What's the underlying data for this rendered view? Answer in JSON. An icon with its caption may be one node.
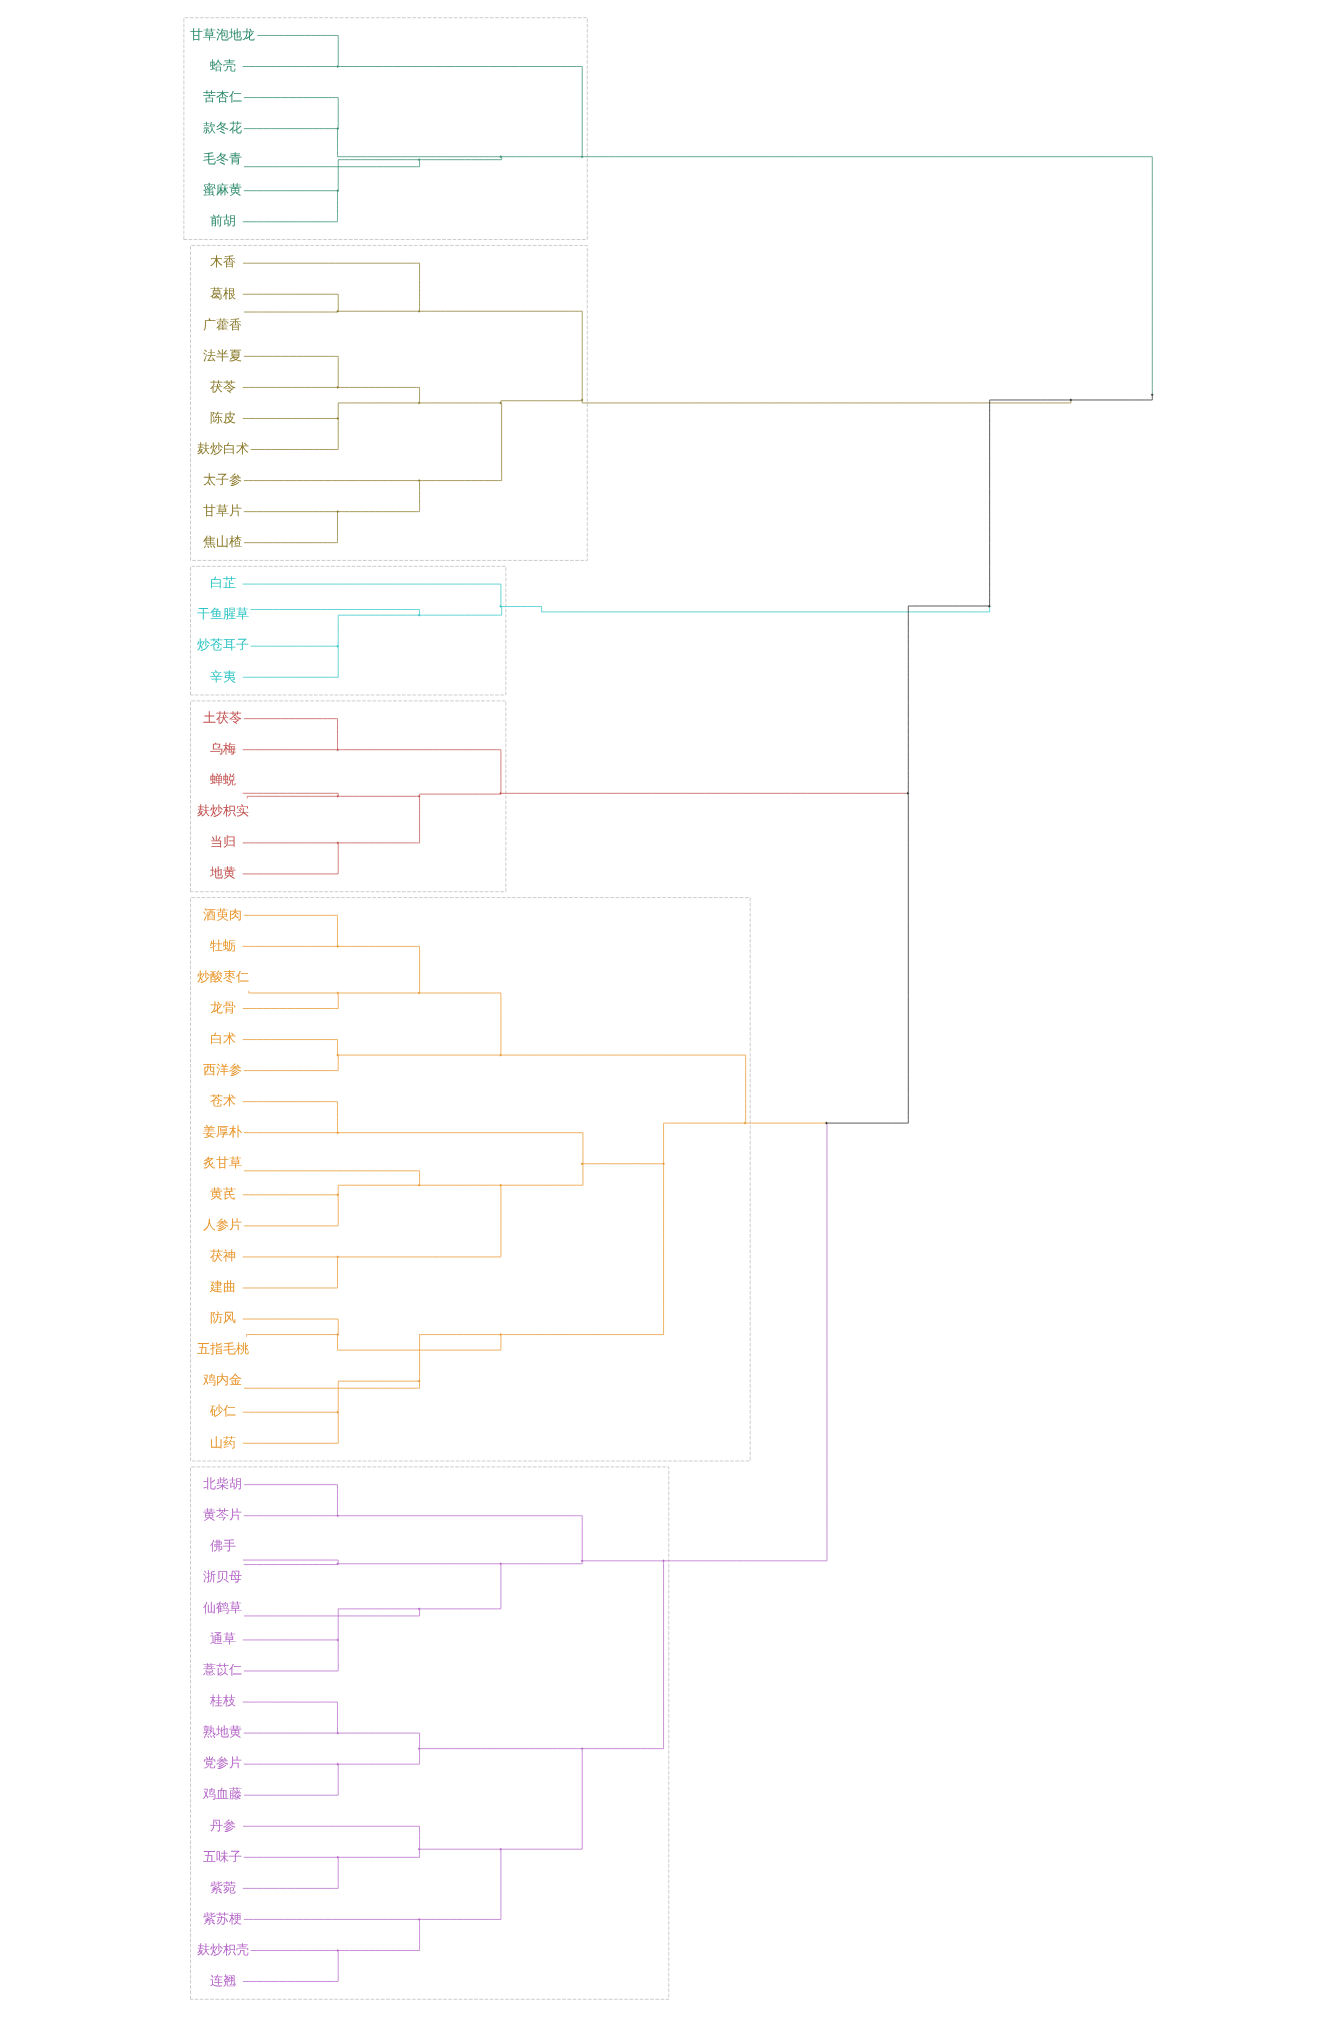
{
  "diagram": {
    "nodes": [
      {
        "text": [],
        "shape": "box"
      },
      {
        "text": [
          "甘草泡地龙"
        ],
        "in": 0
      },
      {
        "text": [
          "蛤壳"
        ],
        "in": 0
      },
      {
        "text": [
          "苦杏仁"
        ],
        "in": 0
      },
      {
        "text": [
          "款冬花"
        ],
        "in": 0
      },
      {
        "text": [
          "毛冬青"
        ],
        "in": 0
      },
      {
        "text": [
          "蜜麻黄"
        ],
        "in": 0
      },
      {
        "text": [
          "前胡"
        ],
        "in": 0
      },
      {
        "text": [],
        "shape": "point",
        "in": 0
      },
      {
        "text": [],
        "shape": "point",
        "in": 0
      },
      {
        "text": [],
        "shape": "point",
        "in": 0
      },
      {
        "text": [],
        "shape": "point",
        "in": 0
      },
      {
        "text": [],
        "shape": "point",
        "in": 0
      },
      {
        "text": [],
        "shape": "point",
        "in": 0
      },
      {
        "text": [],
        "shape": "box"
      },
      {
        "text": [
          "木香"
        ],
        "in": 14
      },
      {
        "text": [
          "葛根"
        ],
        "in": 14
      },
      {
        "text": [
          "广藿香"
        ],
        "in": 14
      },
      {
        "text": [
          "法半夏"
        ],
        "in": 14
      },
      {
        "text": [
          "茯苓"
        ],
        "in": 14
      },
      {
        "text": [
          "陈皮"
        ],
        "in": 14
      },
      {
        "text": [
          "麸炒白术"
        ],
        "in": 14
      },
      {
        "text": [
          "太子参"
        ],
        "in": 14
      },
      {
        "text": [
          "甘草片"
        ],
        "in": 14
      },
      {
        "text": [
          "焦山楂"
        ],
        "in": 14
      },
      {
        "text": [],
        "shape": "point",
        "in": 14
      },
      {
        "text": [],
        "shape": "point",
        "in": 14
      },
      {
        "text": [],
        "shape": "point",
        "in": 14
      },
      {
        "text": [],
        "shape": "point",
        "in": 14
      },
      {
        "text": [],
        "shape": "point",
        "in": 14
      },
      {
        "text": [],
        "shape": "point",
        "in": 14
      },
      {
        "text": [],
        "shape": "point",
        "in": 14
      },
      {
        "text": [],
        "shape": "point",
        "in": 14
      },
      {
        "text": [],
        "shape": "point",
        "in": 14
      },
      {
        "text": [],
        "shape": "box"
      },
      {
        "text": [
          "白芷"
        ],
        "in": 34
      },
      {
        "text": [
          "干鱼腥草"
        ],
        "in": 34
      },
      {
        "text": [
          "炒苍耳子"
        ],
        "in": 34
      },
      {
        "text": [
          "辛夷"
        ],
        "in": 34
      },
      {
        "text": [],
        "shape": "point",
        "in": 34
      },
      {
        "text": [],
        "shape": "point",
        "in": 34
      },
      {
        "text": [],
        "shape": "point",
        "in": 34
      },
      {
        "text": [],
        "shape": "box"
      },
      {
        "text": [
          "土茯苓"
        ],
        "in": 42
      },
      {
        "text": [
          "乌梅"
        ],
        "in": 42
      },
      {
        "text": [
          "蝉蜕"
        ],
        "in": 42
      },
      {
        "text": [
          "麸炒枳实"
        ],
        "in": 42
      },
      {
        "text": [
          "当归"
        ],
        "in": 42
      },
      {
        "text": [
          "地黄"
        ],
        "in": 42
      },
      {
        "text": [],
        "shape": "point",
        "in": 42
      },
      {
        "text": [],
        "shape": "point",
        "in": 42
      },
      {
        "text": [],
        "shape": "point",
        "in": 42
      },
      {
        "text": [],
        "shape": "point",
        "in": 42
      },
      {
        "text": [],
        "shape": "point",
        "in": 42
      },
      {
        "text": [],
        "shape": "box"
      },
      {
        "text": [
          "酒萸肉"
        ],
        "in": 54
      },
      {
        "text": [
          "牡蛎"
        ],
        "in": 54
      },
      {
        "text": [
          "炒酸枣仁"
        ],
        "in": 54
      },
      {
        "text": [
          "龙骨"
        ],
        "in": 54
      },
      {
        "text": [
          "白术"
        ],
        "in": 54
      },
      {
        "text": [
          "西洋参"
        ],
        "in": 54
      },
      {
        "text": [
          "苍术"
        ],
        "in": 54
      },
      {
        "text": [
          "姜厚朴"
        ],
        "in": 54
      },
      {
        "text": [
          "炙甘草"
        ],
        "in": 54
      },
      {
        "text": [
          "黄芪"
        ],
        "in": 54
      },
      {
        "text": [
          "人参片"
        ],
        "in": 54
      },
      {
        "text": [
          "茯神"
        ],
        "in": 54
      },
      {
        "text": [
          "建曲"
        ],
        "in": 54
      },
      {
        "text": [
          "防风"
        ],
        "in": 54
      },
      {
        "text": [
          "五指毛桃"
        ],
        "in": 54
      },
      {
        "text": [
          "鸡内金"
        ],
        "in": 54
      },
      {
        "text": [
          "砂仁"
        ],
        "in": 54
      },
      {
        "text": [
          "山药"
        ],
        "in": 54
      },
      {
        "text": [],
        "shape": "point",
        "in": 54
      },
      {
        "text": [],
        "shape": "point",
        "in": 54
      },
      {
        "text": [],
        "shape": "point",
        "in": 54
      },
      {
        "text": [],
        "shape": "point",
        "in": 54
      },
      {
        "text": [],
        "shape": "point",
        "in": 54
      },
      {
        "text": [],
        "shape": "point",
        "in": 54
      },
      {
        "text": [],
        "shape": "point",
        "in": 54
      },
      {
        "text": [],
        "shape": "point",
        "in": 54
      },
      {
        "text": [],
        "shape": "point",
        "in": 54
      },
      {
        "text": [],
        "shape": "point",
        "in": 54
      },
      {
        "text": [],
        "shape": "point",
        "in": 54
      },
      {
        "text": [],
        "shape": "point",
        "in": 54
      },
      {
        "text": [],
        "shape": "point",
        "in": 54
      },
      {
        "text": [],
        "shape": "point",
        "in": 54
      },
      {
        "text": [],
        "shape": "point",
        "in": 54
      },
      {
        "text": [],
        "shape": "point",
        "in": 54
      },
      {
        "text": [],
        "shape": "point",
        "in": 54
      },
      {
        "text": [],
        "shape": "box"
      },
      {
        "text": [
          "北柴胡"
        ],
        "in": 90
      },
      {
        "text": [
          "黄芩片"
        ],
        "in": 90
      },
      {
        "text": [
          "佛手"
        ],
        "in": 90
      },
      {
        "text": [
          "浙贝母"
        ],
        "in": 90
      },
      {
        "text": [
          "仙鹤草"
        ],
        "in": 90
      },
      {
        "text": [
          "通草"
        ],
        "in": 90
      },
      {
        "text": [
          "薏苡仁"
        ],
        "in": 90
      },
      {
        "text": [
          "桂枝"
        ],
        "in": 90
      },
      {
        "text": [
          "熟地黄"
        ],
        "in": 90
      },
      {
        "text": [
          "党参片"
        ],
        "in": 90
      },
      {
        "text": [
          "鸡血藤"
        ],
        "in": 90
      },
      {
        "text": [
          "丹参"
        ],
        "in": 90
      },
      {
        "text": [
          "五味子"
        ],
        "in": 90
      },
      {
        "text": [
          "紫菀"
        ],
        "in": 90
      },
      {
        "text": [
          "紫苏梗"
        ],
        "in": 90
      },
      {
        "text": [
          "麸炒枳壳"
        ],
        "in": 90
      },
      {
        "text": [
          "连翘"
        ],
        "in": 90
      },
      {
        "text": [],
        "shape": "point",
        "in": 90
      },
      {
        "text": [],
        "shape": "point",
        "in": 90
      },
      {
        "text": [],
        "shape": "point",
        "in": 90
      },
      {
        "text": [],
        "shape": "point",
        "in": 90
      },
      {
        "text": [],
        "shape": "point",
        "in": 90
      },
      {
        "text": [],
        "shape": "point",
        "in": 90
      },
      {
        "text": [],
        "shape": "point",
        "in": 90
      },
      {
        "text": [],
        "shape": "point",
        "in": 90
      },
      {
        "text": [],
        "shape": "point",
        "in": 90
      },
      {
        "text": [],
        "shape": "point",
        "in": 90
      },
      {
        "text": [],
        "shape": "point",
        "in": 90
      },
      {
        "text": [],
        "shape": "point",
        "in": 90
      },
      {
        "text": [],
        "shape": "point",
        "in": 90
      },
      {
        "text": [],
        "shape": "point",
        "in": 90
      },
      {
        "text": [],
        "shape": "point",
        "in": 90
      },
      {
        "text": [],
        "shape": "point",
        "in": 90
      },
      {
        "text": [],
        "shape": "point"
      },
      {
        "text": [],
        "shape": "point"
      },
      {
        "text": [],
        "shape": "point"
      },
      {
        "text": [],
        "shape": "point"
      },
      {
        "text": [],
        "shape": "point"
      }
    ],
    "edges": [
      {
        "from": 1,
        "to": 8,
        "arrow": "none",
        "color": "#2e8b6a"
      },
      {
        "from": 2,
        "to": 8,
        "arrow": "none",
        "color": "#2e8b6a"
      },
      {
        "from": 6,
        "to": 9,
        "arrow": "none",
        "color": "#2e8b6a"
      },
      {
        "from": 7,
        "to": 9,
        "arrow": "none",
        "color": "#2e8b6a"
      },
      {
        "from": 5,
        "to": 10,
        "arrow": "none",
        "color": "#2e8b6a"
      },
      {
        "from": 9,
        "to": 10,
        "arrow": "none",
        "color": "#2e8b6a"
      },
      {
        "from": 3,
        "to": 11,
        "arrow": "none",
        "color": "#2e8b6a"
      },
      {
        "from": 4,
        "to": 11,
        "arrow": "none",
        "color": "#2e8b6a"
      },
      {
        "from": 11,
        "to": 12,
        "arrow": "none",
        "color": "#2e8b6a"
      },
      {
        "from": 10,
        "to": 12,
        "arrow": "none",
        "color": "#2e8b6a"
      },
      {
        "from": 8,
        "to": 13,
        "arrow": "none",
        "color": "#2e8b6a"
      },
      {
        "from": 12,
        "to": 13,
        "arrow": "none",
        "color": "#2e8b6a"
      },
      {
        "from": 16,
        "to": 25,
        "arrow": "none",
        "color": "#8b7a2b"
      },
      {
        "from": 17,
        "to": 25,
        "arrow": "none",
        "color": "#8b7a2b"
      },
      {
        "from": 15,
        "to": 26,
        "arrow": "none",
        "color": "#8b7a2b"
      },
      {
        "from": 25,
        "to": 26,
        "arrow": "none",
        "color": "#8b7a2b"
      },
      {
        "from": 18,
        "to": 27,
        "arrow": "none",
        "color": "#8b7a2b"
      },
      {
        "from": 19,
        "to": 27,
        "arrow": "none",
        "color": "#8b7a2b"
      },
      {
        "from": 20,
        "to": 28,
        "arrow": "none",
        "color": "#8b7a2b"
      },
      {
        "from": 21,
        "to": 28,
        "arrow": "none",
        "color": "#8b7a2b"
      },
      {
        "from": 27,
        "to": 29,
        "arrow": "none",
        "color": "#8b7a2b"
      },
      {
        "from": 28,
        "to": 29,
        "arrow": "none",
        "color": "#8b7a2b"
      },
      {
        "from": 23,
        "to": 30,
        "arrow": "none",
        "color": "#8b7a2b"
      },
      {
        "from": 24,
        "to": 30,
        "arrow": "none",
        "color": "#8b7a2b"
      },
      {
        "from": 22,
        "to": 31,
        "arrow": "none",
        "color": "#8b7a2b"
      },
      {
        "from": 30,
        "to": 31,
        "arrow": "none",
        "color": "#8b7a2b"
      },
      {
        "from": 29,
        "to": 32,
        "arrow": "none",
        "color": "#8b7a2b"
      },
      {
        "from": 31,
        "to": 32,
        "arrow": "none",
        "color": "#8b7a2b"
      },
      {
        "from": 26,
        "to": 33,
        "arrow": "none",
        "color": "#8b7a2b"
      },
      {
        "from": 32,
        "to": 33,
        "arrow": "none",
        "color": "#8b7a2b"
      },
      {
        "from": 37,
        "to": 39,
        "arrow": "none",
        "color": "#2ec4c4"
      },
      {
        "from": 38,
        "to": 39,
        "arrow": "none",
        "color": "#2ec4c4"
      },
      {
        "from": 36,
        "to": 40,
        "arrow": "none",
        "color": "#2ec4c4"
      },
      {
        "from": 39,
        "to": 40,
        "arrow": "none",
        "color": "#2ec4c4"
      },
      {
        "from": 35,
        "to": 41,
        "arrow": "none",
        "color": "#2ec4c4"
      },
      {
        "from": 40,
        "to": 41,
        "arrow": "none",
        "color": "#2ec4c4"
      },
      {
        "from": 43,
        "to": 49,
        "arrow": "none",
        "color": "#c0504d"
      },
      {
        "from": 44,
        "to": 49,
        "arrow": "none",
        "color": "#c0504d"
      },
      {
        "from": 45,
        "to": 50,
        "arrow": "none",
        "color": "#c0504d"
      },
      {
        "from": 46,
        "to": 50,
        "arrow": "none",
        "color": "#c0504d"
      },
      {
        "from": 47,
        "to": 51,
        "arrow": "none",
        "color": "#c0504d"
      },
      {
        "from": 48,
        "to": 51,
        "arrow": "none",
        "color": "#c0504d"
      },
      {
        "from": 50,
        "to": 52,
        "arrow": "none",
        "color": "#c0504d"
      },
      {
        "from": 51,
        "to": 52,
        "arrow": "none",
        "color": "#c0504d"
      },
      {
        "from": 49,
        "to": 53,
        "arrow": "none",
        "color": "#c0504d"
      },
      {
        "from": 52,
        "to": 53,
        "arrow": "none",
        "color": "#c0504d"
      },
      {
        "from": 55,
        "to": 73,
        "arrow": "none",
        "color": "#e8952a"
      },
      {
        "from": 56,
        "to": 73,
        "arrow": "none",
        "color": "#e8952a"
      },
      {
        "from": 57,
        "to": 74,
        "arrow": "none",
        "color": "#e8952a"
      },
      {
        "from": 58,
        "to": 74,
        "arrow": "none",
        "color": "#e8952a"
      },
      {
        "from": 73,
        "to": 75,
        "arrow": "none",
        "color": "#e8952a"
      },
      {
        "from": 74,
        "to": 75,
        "arrow": "none",
        "color": "#e8952a"
      },
      {
        "from": 59,
        "to": 76,
        "arrow": "none",
        "color": "#e8952a"
      },
      {
        "from": 60,
        "to": 76,
        "arrow": "none",
        "color": "#e8952a"
      },
      {
        "from": 75,
        "to": 77,
        "arrow": "none",
        "color": "#e8952a"
      },
      {
        "from": 76,
        "to": 77,
        "arrow": "none",
        "color": "#e8952a"
      },
      {
        "from": 61,
        "to": 78,
        "arrow": "none",
        "color": "#e8952a"
      },
      {
        "from": 62,
        "to": 78,
        "arrow": "none",
        "color": "#e8952a"
      },
      {
        "from": 64,
        "to": 79,
        "arrow": "none",
        "color": "#e8952a"
      },
      {
        "from": 65,
        "to": 79,
        "arrow": "none",
        "color": "#e8952a"
      },
      {
        "from": 63,
        "to": 80,
        "arrow": "none",
        "color": "#e8952a"
      },
      {
        "from": 79,
        "to": 80,
        "arrow": "none",
        "color": "#e8952a"
      },
      {
        "from": 66,
        "to": 81,
        "arrow": "none",
        "color": "#e8952a"
      },
      {
        "from": 67,
        "to": 81,
        "arrow": "none",
        "color": "#e8952a"
      },
      {
        "from": 80,
        "to": 82,
        "arrow": "none",
        "color": "#e8952a"
      },
      {
        "from": 81,
        "to": 82,
        "arrow": "none",
        "color": "#e8952a"
      },
      {
        "from": 78,
        "to": 83,
        "arrow": "none",
        "color": "#e8952a"
      },
      {
        "from": 82,
        "to": 83,
        "arrow": "none",
        "color": "#e8952a"
      },
      {
        "from": 68,
        "to": 84,
        "arrow": "none",
        "color": "#e8952a"
      },
      {
        "from": 69,
        "to": 84,
        "arrow": "none",
        "color": "#e8952a"
      },
      {
        "from": 71,
        "to": 85,
        "arrow": "none",
        "color": "#e8952a"
      },
      {
        "from": 72,
        "to": 85,
        "arrow": "none",
        "color": "#e8952a"
      },
      {
        "from": 70,
        "to": 86,
        "arrow": "none",
        "color": "#e8952a"
      },
      {
        "from": 85,
        "to": 86,
        "arrow": "none",
        "color": "#e8952a"
      },
      {
        "from": 84,
        "to": 87,
        "arrow": "none",
        "color": "#e8952a"
      },
      {
        "from": 86,
        "to": 87,
        "arrow": "none",
        "color": "#e8952a"
      },
      {
        "from": 83,
        "to": 88,
        "arrow": "none",
        "color": "#e8952a"
      },
      {
        "from": 87,
        "to": 88,
        "arrow": "none",
        "color": "#e8952a"
      },
      {
        "from": 77,
        "to": 89,
        "arrow": "none",
        "color": "#e8952a"
      },
      {
        "from": 88,
        "to": 89,
        "arrow": "none",
        "color": "#e8952a"
      },
      {
        "from": 91,
        "to": 108,
        "arrow": "none",
        "color": "#b566c8"
      },
      {
        "from": 92,
        "to": 108,
        "arrow": "none",
        "color": "#b566c8"
      },
      {
        "from": 93,
        "to": 109,
        "arrow": "none",
        "color": "#b566c8"
      },
      {
        "from": 94,
        "to": 109,
        "arrow": "none",
        "color": "#b566c8"
      },
      {
        "from": 96,
        "to": 110,
        "arrow": "none",
        "color": "#b566c8"
      },
      {
        "from": 97,
        "to": 110,
        "arrow": "none",
        "color": "#b566c8"
      },
      {
        "from": 95,
        "to": 111,
        "arrow": "none",
        "color": "#b566c8"
      },
      {
        "from": 110,
        "to": 111,
        "arrow": "none",
        "color": "#b566c8"
      },
      {
        "from": 109,
        "to": 112,
        "arrow": "none",
        "color": "#b566c8"
      },
      {
        "from": 111,
        "to": 112,
        "arrow": "none",
        "color": "#b566c8"
      },
      {
        "from": 108,
        "to": 113,
        "arrow": "none",
        "color": "#b566c8"
      },
      {
        "from": 112,
        "to": 113,
        "arrow": "none",
        "color": "#b566c8"
      },
      {
        "from": 98,
        "to": 114,
        "arrow": "none",
        "color": "#b566c8"
      },
      {
        "from": 99,
        "to": 114,
        "arrow": "none",
        "color": "#b566c8"
      },
      {
        "from": 100,
        "to": 115,
        "arrow": "none",
        "color": "#b566c8"
      },
      {
        "from": 101,
        "to": 115,
        "arrow": "none",
        "color": "#b566c8"
      },
      {
        "from": 114,
        "to": 116,
        "arrow": "none",
        "color": "#b566c8"
      },
      {
        "from": 115,
        "to": 116,
        "arrow": "none",
        "color": "#b566c8"
      },
      {
        "from": 103,
        "to": 117,
        "arrow": "none",
        "color": "#b566c8"
      },
      {
        "from": 104,
        "to": 117,
        "arrow": "none",
        "color": "#b566c8"
      },
      {
        "from": 102,
        "to": 118,
        "arrow": "none",
        "color": "#b566c8"
      },
      {
        "from": 117,
        "to": 118,
        "arrow": "none",
        "color": "#b566c8"
      },
      {
        "from": 106,
        "to": 119,
        "arrow": "none",
        "color": "#b566c8"
      },
      {
        "from": 107,
        "to": 119,
        "arrow": "none",
        "color": "#b566c8"
      },
      {
        "from": 105,
        "to": 120,
        "arrow": "none",
        "color": "#b566c8"
      },
      {
        "from": 119,
        "to": 120,
        "arrow": "none",
        "color": "#b566c8"
      },
      {
        "from": 118,
        "to": 121,
        "arrow": "none",
        "color": "#b566c8"
      },
      {
        "from": 120,
        "to": 121,
        "arrow": "none",
        "color": "#b566c8"
      },
      {
        "from": 116,
        "to": 122,
        "arrow": "none",
        "color": "#b566c8"
      },
      {
        "from": 121,
        "to": 122,
        "arrow": "none",
        "color": "#b566c8"
      },
      {
        "from": 113,
        "to": 123,
        "arrow": "none",
        "color": "#b566c8"
      },
      {
        "from": 122,
        "to": 123,
        "arrow": "none",
        "color": "#b566c8"
      },
      {
        "from": 89,
        "to": 124,
        "arrow": "none",
        "color": "#e8952a"
      },
      {
        "from": 123,
        "to": 124,
        "arrow": "none",
        "color": "#b566c8"
      },
      {
        "from": 53,
        "to": 125,
        "arrow": "none",
        "color": "#c0504d"
      },
      {
        "from": 124,
        "to": 125,
        "arrow": "none",
        "color": "#222222"
      },
      {
        "from": 41,
        "to": 126,
        "arrow": "none",
        "color": "#2ec4c4"
      },
      {
        "from": 125,
        "to": 126,
        "arrow": "none",
        "color": "#222222"
      },
      {
        "from": 33,
        "to": 127,
        "arrow": "none",
        "color": "#8b7a2b"
      },
      {
        "from": 126,
        "to": 127,
        "arrow": "none",
        "color": "#222222"
      },
      {
        "from": 13,
        "to": 128,
        "arrow": "none",
        "color": "#2e8b6a"
      },
      {
        "from": 127,
        "to": 128,
        "arrow": "none",
        "color": "#222222"
      }
    ]
  }
}
